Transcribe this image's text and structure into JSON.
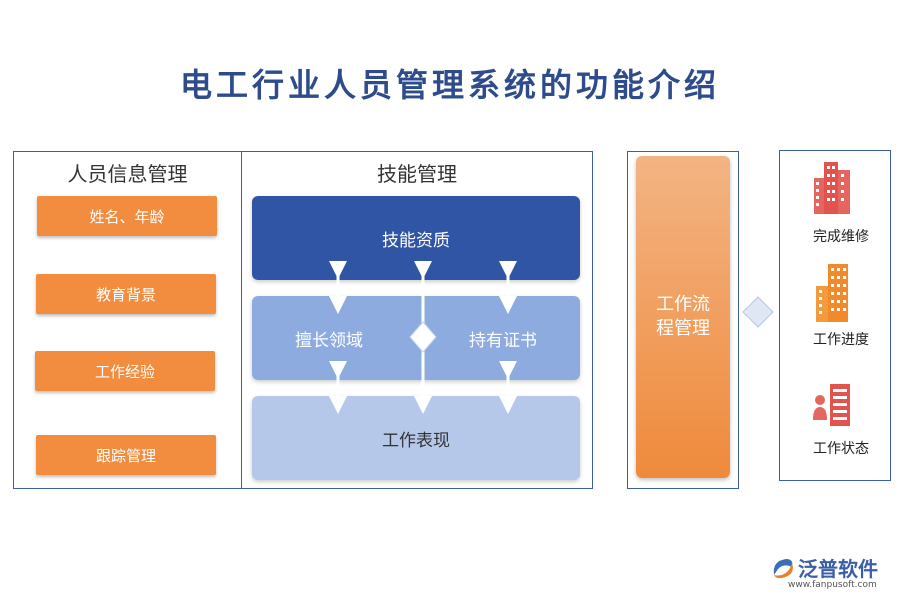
{
  "title": "电工行业人员管理系统的功能介绍",
  "personnel": {
    "title": "人员信息管理",
    "items": [
      "姓名、年龄",
      "教育背景",
      "工作经验",
      "跟踪管理"
    ]
  },
  "skills": {
    "title": "技能管理",
    "qualification": "技能资质",
    "expertise": "擅长领域",
    "certificate": "持有证书",
    "performance": "工作表现"
  },
  "workflow": {
    "line1": "工作流",
    "line2": "程管理"
  },
  "status_items": [
    "完成维修",
    "工作进度",
    "工作状态"
  ],
  "brand": {
    "name": "泛普软件",
    "url": "www.fanpusoft.com"
  },
  "colors": {
    "title": "#2e4c8c",
    "border": "#3a5ea8",
    "orange": "#f28c3f",
    "dark_blue": "#2f55a4",
    "mid_blue": "#8eabe0",
    "light_blue": "#b6c8ea"
  }
}
